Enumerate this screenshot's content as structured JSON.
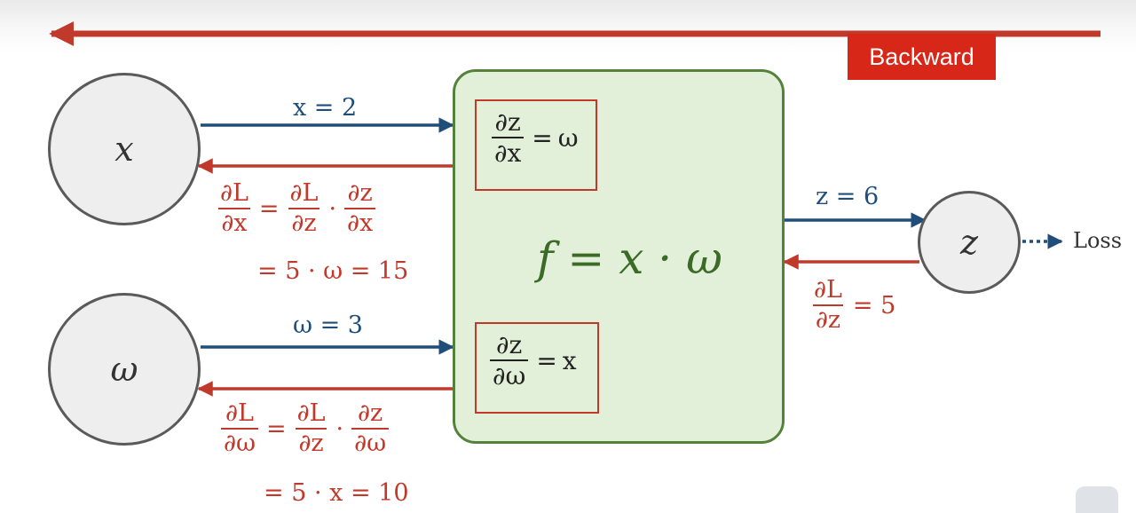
{
  "colors": {
    "forward": "#1f4e7a",
    "backward": "#c0392b",
    "backward_badge": "#d62718",
    "func_fill": "#e2f0d9",
    "func_border": "#54823a",
    "func_text": "#3b6b26",
    "node_fill": "#eeeeee",
    "node_border": "#5a5a5a"
  },
  "header": {
    "backward_label": "Backward"
  },
  "nodes": {
    "x": "x",
    "w": "ω",
    "z": "z"
  },
  "function_box": {
    "label": "f = x · ω",
    "grad_x": {
      "num": "∂z",
      "den": "∂x",
      "rhs": "ω"
    },
    "grad_w": {
      "num": "∂z",
      "den": "∂ω",
      "rhs": "x"
    }
  },
  "forward_values": {
    "x": "x = 2",
    "w": "ω = 3",
    "z": "z = 6"
  },
  "loss_label": "Loss",
  "derivatives": {
    "x": {
      "lhs_num": "∂L",
      "lhs_den": "∂x",
      "f1_num": "∂L",
      "f1_den": "∂z",
      "dot": "·",
      "f2_num": "∂z",
      "f2_den": "∂x",
      "line2": "= 5 · ω = 15"
    },
    "w": {
      "lhs_num": "∂L",
      "lhs_den": "∂ω",
      "f1_num": "∂L",
      "f1_den": "∂z",
      "dot": "·",
      "f2_num": "∂z",
      "f2_den": "∂ω",
      "line2": "= 5 · x = 10"
    },
    "z": {
      "num": "∂L",
      "den": "∂z",
      "rhs": "= 5"
    }
  }
}
